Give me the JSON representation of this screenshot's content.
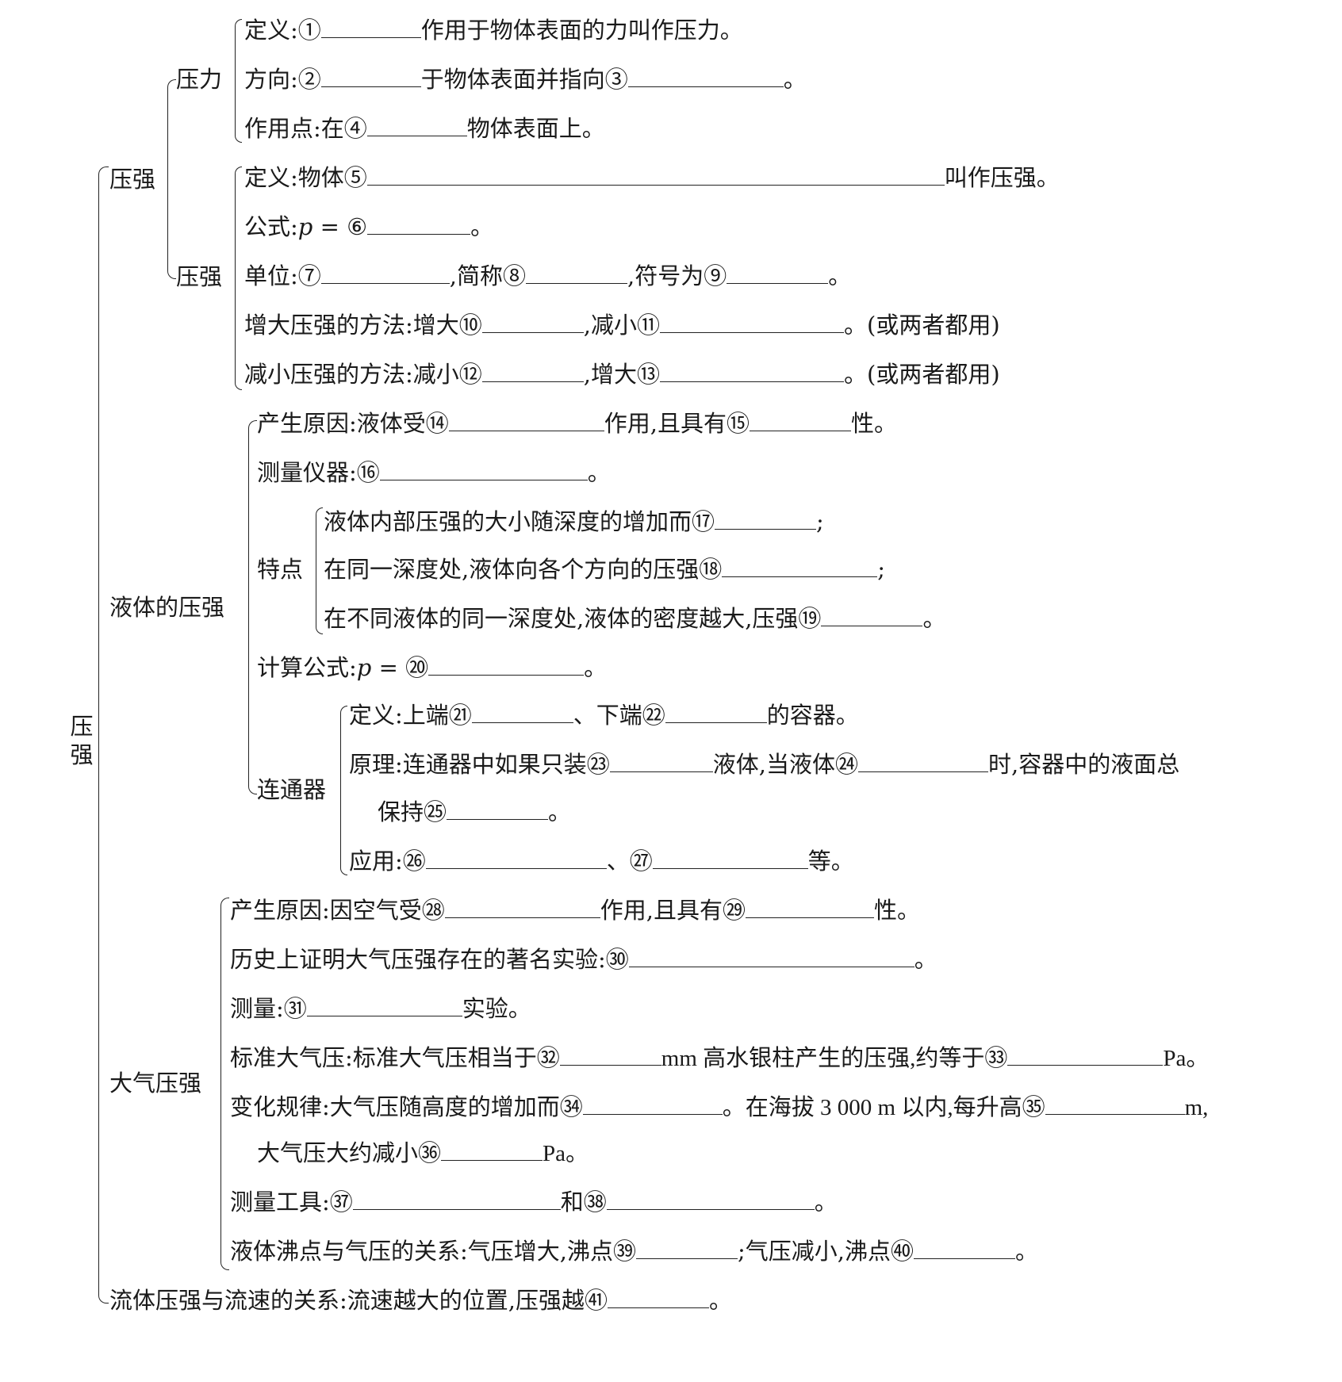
{
  "root": "压强",
  "branches": {
    "pressure_main": "压强",
    "pressure_force": "压力",
    "pressure_sub": "压强",
    "liquid": "液体的压强",
    "liquid_feature": "特点",
    "connector": "连通器",
    "atmosphere": "大气压强"
  },
  "lines": {
    "l1": "定义:①",
    "l1b": "作用于物体表面的力叫作压力。",
    "l2": "方向:②",
    "l2b": "于物体表面并指向③",
    "l2c": "。",
    "l3": "作用点:在④",
    "l3b": "物体表面上。",
    "l4": "定义:物体⑤",
    "l4b": "叫作压强。",
    "l5a": "公式:",
    "l5p": "p",
    "l5b": " = ⑥",
    "l5c": "。",
    "l6": "单位:⑦",
    "l6b": ",简称⑧",
    "l6c": ",符号为⑨",
    "l6d": "。",
    "l7": "增大压强的方法:增大⑩",
    "l7b": ",减小⑪",
    "l7c": "。(或两者都用)",
    "l8": "减小压强的方法:减小⑫",
    "l8b": ",增大⑬",
    "l8c": "。(或两者都用)",
    "l9": "产生原因:液体受⑭",
    "l9b": "作用,且具有⑮",
    "l9c": "性。",
    "l10": "测量仪器:⑯",
    "l10b": "。",
    "l11": "液体内部压强的大小随深度的增加而⑰",
    "l11b": ";",
    "l12": "在同一深度处,液体向各个方向的压强⑱",
    "l12b": ";",
    "l13": "在不同液体的同一深度处,液体的密度越大,压强⑲",
    "l13b": "。",
    "l14a": "计算公式:",
    "l14p": "p",
    "l14b": " = ⑳",
    "l14c": "。",
    "l15": "定义:上端㉑",
    "l15b": "、下端㉒",
    "l15c": "的容器。",
    "l16": "原理:连通器中如果只装㉓",
    "l16b": "液体,当液体㉔",
    "l16c": "时,容器中的液面总",
    "l17": "保持㉕",
    "l17b": "。",
    "l18": "应用:㉖",
    "l18b": "、㉗",
    "l18c": "等。",
    "l19": "产生原因:因空气受㉘",
    "l19b": "作用,且具有㉙",
    "l19c": "性。",
    "l20": "历史上证明大气压强存在的著名实验:㉚",
    "l20b": "。",
    "l21": "测量:㉛",
    "l21b": "实验。",
    "l22": "标准大气压:标准大气压相当于㉜",
    "l22b": "mm 高水银柱产生的压强,约等于㉝",
    "l22c": "Pa。",
    "l23": "变化规律:大气压随高度的增加而㉞",
    "l23b": "。在海拔 3 000 m 以内,每升高㉟",
    "l23c": "m,",
    "l24": "大气压大约减小㊱",
    "l24b": "Pa。",
    "l25": "测量工具:㊲",
    "l25b": "和㊳",
    "l25c": "。",
    "l26": "液体沸点与气压的关系:气压增大,沸点㊴",
    "l26b": ";气压减小,沸点㊵",
    "l26c": "。",
    "l27": "流体压强与流速的关系:流速越大的位置,压强越㊶",
    "l27b": "。"
  }
}
